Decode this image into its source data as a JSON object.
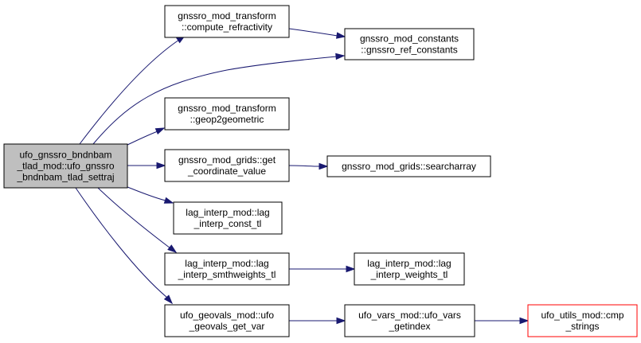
{
  "nodes": [
    {
      "id": "root",
      "lines": [
        "ufo_gnssro_bndnbam",
        "_tlad_mod::ufo_gnssro",
        "_bndnbam_tlad_settraj"
      ],
      "style": "root"
    },
    {
      "id": "compute_refractivity",
      "lines": [
        "gnssro_mod_transform",
        "::compute_refractivity"
      ],
      "style": "normal"
    },
    {
      "id": "gnssro_ref_constants",
      "lines": [
        "gnssro_mod_constants",
        "::gnssro_ref_constants"
      ],
      "style": "normal"
    },
    {
      "id": "geop2geometric",
      "lines": [
        "gnssro_mod_transform",
        "::geop2geometric"
      ],
      "style": "normal"
    },
    {
      "id": "get_coordinate_value",
      "lines": [
        "gnssro_mod_grids::get",
        "_coordinate_value"
      ],
      "style": "normal"
    },
    {
      "id": "searcharray",
      "lines": [
        "gnssro_mod_grids::searcharray"
      ],
      "style": "normal"
    },
    {
      "id": "lag_interp_const_tl",
      "lines": [
        "lag_interp_mod::lag",
        "_interp_const_tl"
      ],
      "style": "normal"
    },
    {
      "id": "lag_interp_smthweights_tl",
      "lines": [
        "lag_interp_mod::lag",
        "_interp_smthweights_tl"
      ],
      "style": "normal"
    },
    {
      "id": "lag_interp_weights_tl",
      "lines": [
        "lag_interp_mod::lag",
        "_interp_weights_tl"
      ],
      "style": "normal"
    },
    {
      "id": "ufo_geovals_get_var",
      "lines": [
        "ufo_geovals_mod::ufo",
        "_geovals_get_var"
      ],
      "style": "normal"
    },
    {
      "id": "ufo_vars_getindex",
      "lines": [
        "ufo_vars_mod::ufo_vars",
        "_getindex"
      ],
      "style": "normal"
    },
    {
      "id": "cmp_strings",
      "lines": [
        "ufo_utils_mod::cmp",
        "_strings"
      ],
      "style": "red"
    }
  ],
  "edges": [
    {
      "from": "root",
      "to": "compute_refractivity"
    },
    {
      "from": "root",
      "to": "gnssro_ref_constants"
    },
    {
      "from": "root",
      "to": "geop2geometric"
    },
    {
      "from": "root",
      "to": "get_coordinate_value"
    },
    {
      "from": "root",
      "to": "lag_interp_const_tl"
    },
    {
      "from": "root",
      "to": "lag_interp_smthweights_tl"
    },
    {
      "from": "root",
      "to": "ufo_geovals_get_var"
    },
    {
      "from": "compute_refractivity",
      "to": "gnssro_ref_constants"
    },
    {
      "from": "get_coordinate_value",
      "to": "searcharray"
    },
    {
      "from": "lag_interp_smthweights_tl",
      "to": "lag_interp_weights_tl"
    },
    {
      "from": "ufo_geovals_get_var",
      "to": "ufo_vars_getindex"
    },
    {
      "from": "ufo_vars_getindex",
      "to": "cmp_strings"
    }
  ]
}
